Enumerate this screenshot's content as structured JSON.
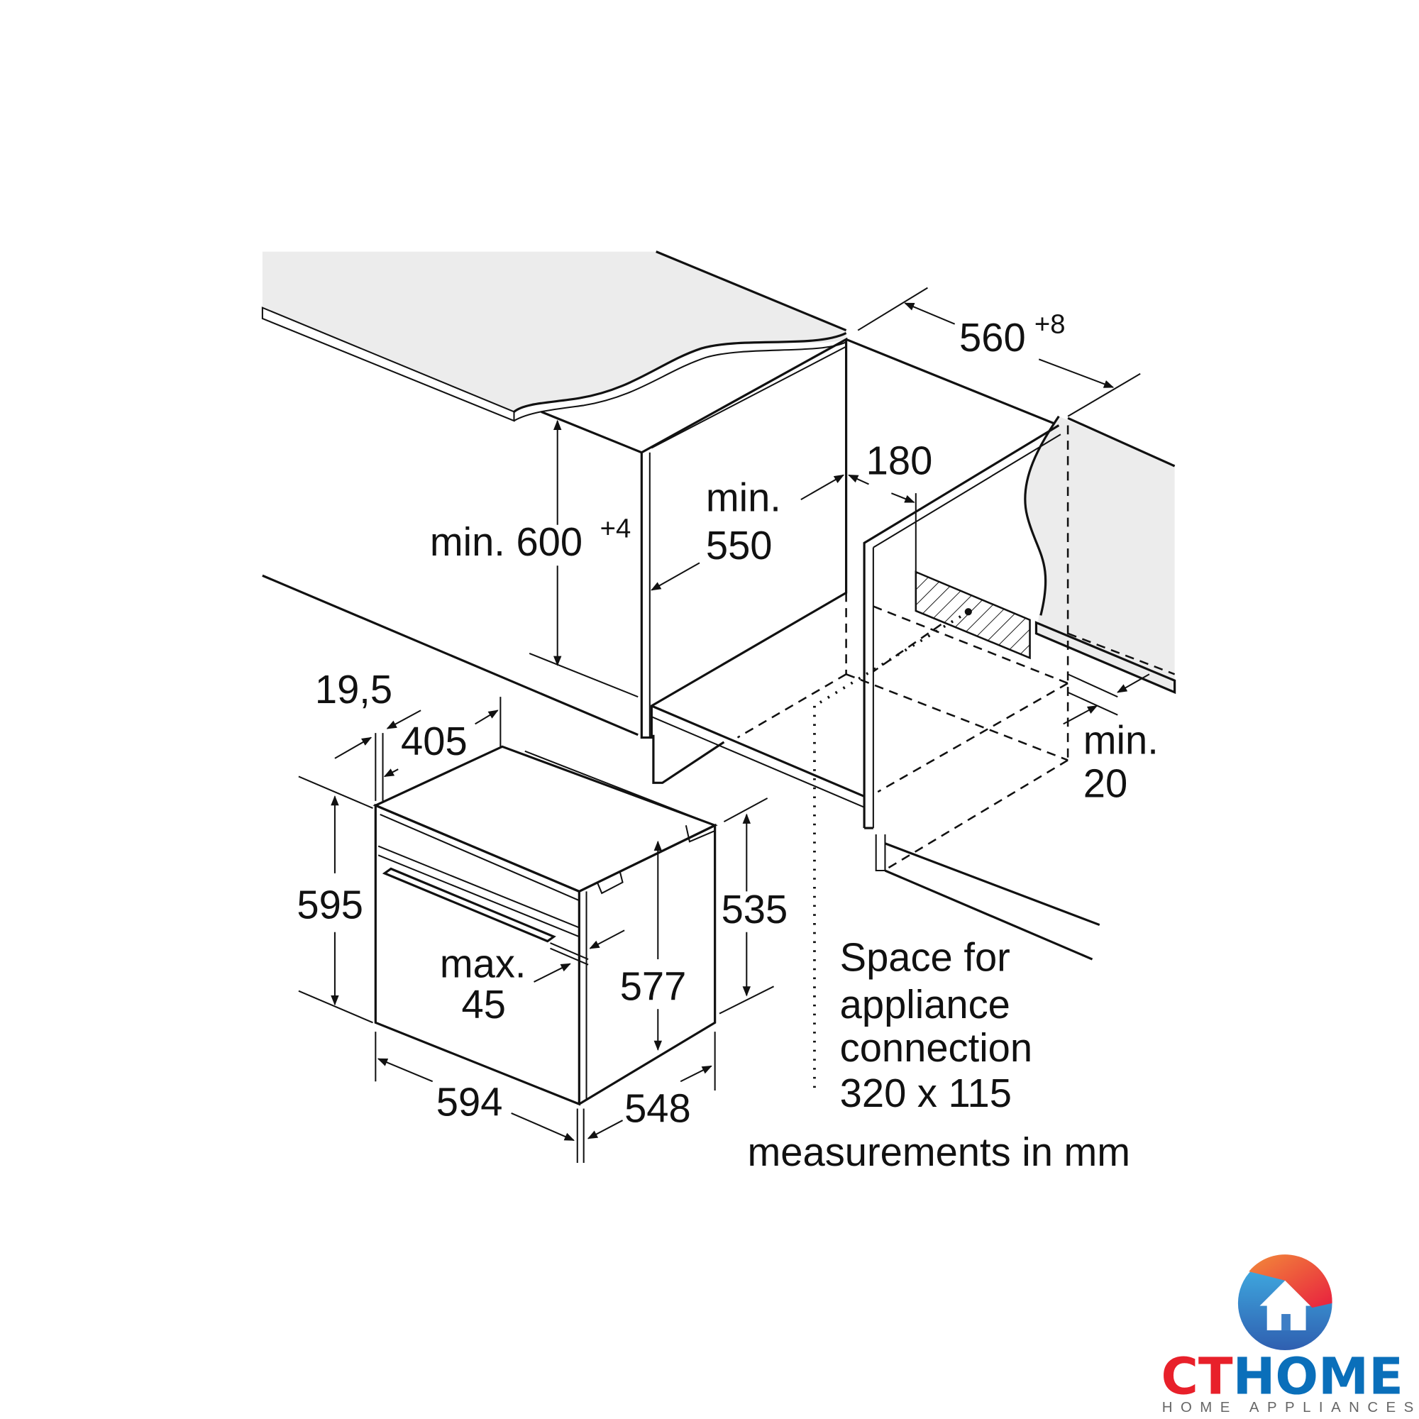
{
  "labels": {
    "width_560": "560",
    "width_560_tol": "+8",
    "height_600": "min. 600",
    "height_600_tol": "+4",
    "depth_550_line1": "min.",
    "depth_550_line2": "550",
    "gap_180": "180",
    "min20_line1": "min.",
    "min20_line2": "20",
    "d_19_5": "19,5",
    "d_405": "405",
    "h_595": "595",
    "h_535": "535",
    "h_577": "577",
    "max45_line1": "max.",
    "max45_line2": "45",
    "w_594": "594",
    "d_548": "548",
    "space_line1": "Space for",
    "space_line2": "appliance",
    "space_line3": "connection",
    "space_line4": "320 x 115",
    "units_note": "measurements in mm"
  },
  "logo": {
    "brand_part1": "CT",
    "brand_part2": "HOME",
    "tagline": "HOME APPLIANCES",
    "red": "#e8202a",
    "blue": "#0a6fba"
  }
}
